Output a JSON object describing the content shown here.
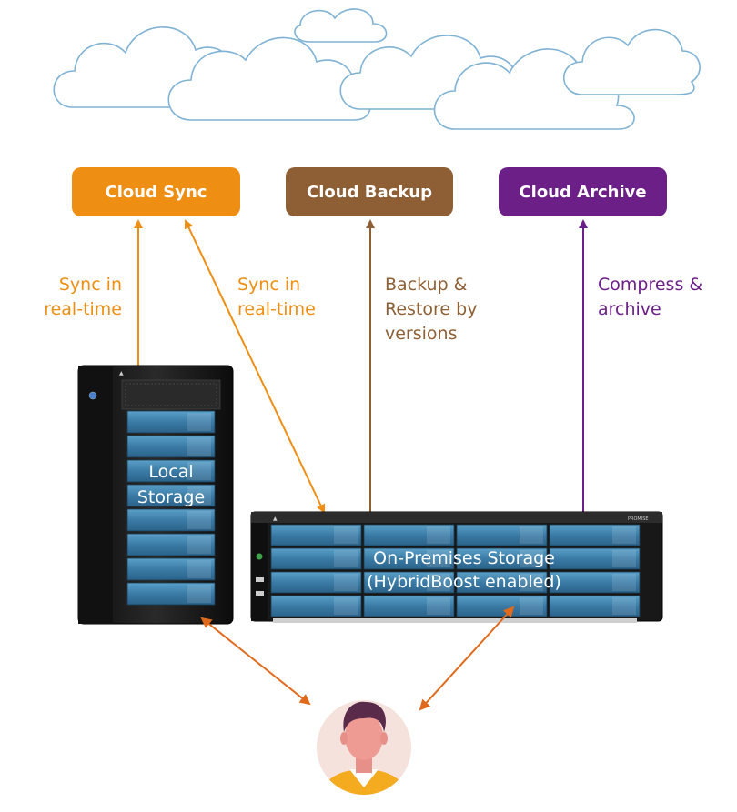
{
  "services": {
    "sync": {
      "label": "Cloud Sync",
      "color": "#ee8e12"
    },
    "backup": {
      "label": "Cloud Backup",
      "color": "#8e5f35"
    },
    "archive": {
      "label": "Cloud Archive",
      "color": "#6c1f87"
    }
  },
  "annotations": {
    "sync_local": {
      "line1": "Sync in",
      "line2": "real-time"
    },
    "sync_onprem": {
      "line1": "Sync in",
      "line2": "real-time"
    },
    "backup": {
      "line1": "Backup &",
      "line2": "Restore by",
      "line3": "versions"
    },
    "archive": {
      "line1": "Compress &",
      "line2": "archive"
    }
  },
  "devices": {
    "local": {
      "line1": "Local",
      "line2": "Storage"
    },
    "onprem": {
      "line1": "On-Premises Storage",
      "line2": "(HybridBoost enabled)"
    }
  },
  "colors": {
    "cloud_stroke": "#7fb2d4",
    "user_arrow": "#e06a1c",
    "drive_blue": "#3c7fa8",
    "chassis": "#1a1a1a"
  }
}
